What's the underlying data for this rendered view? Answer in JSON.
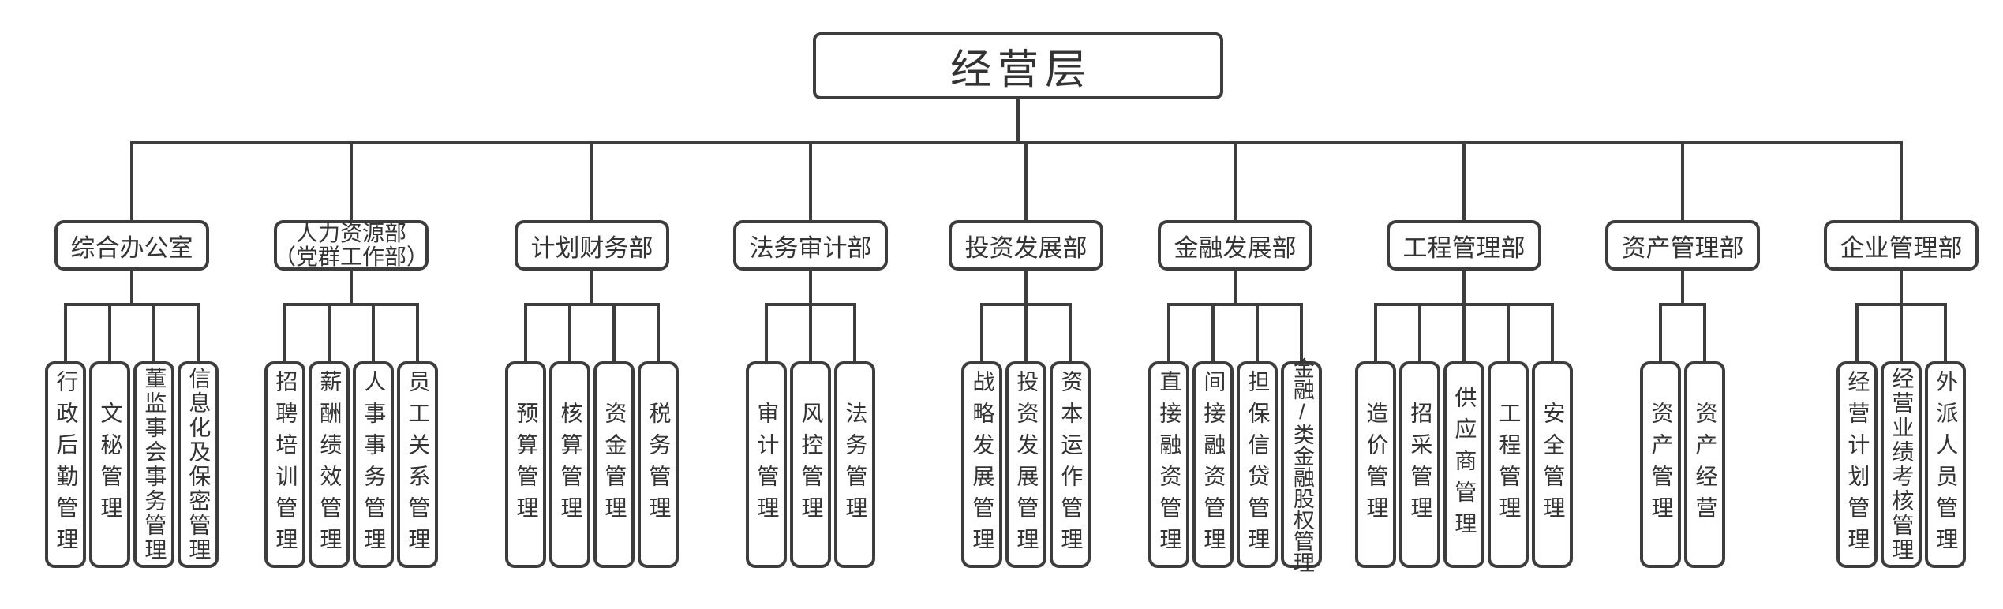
{
  "diagram": {
    "root": {
      "label": "经营层"
    },
    "departments": [
      {
        "label": "综合办公室",
        "children": [
          "行政后勤管理",
          "文秘管理",
          "董监事会事务管理",
          "信息化及保密管理"
        ]
      },
      {
        "label": "人力资源部",
        "label2": "（党群工作部）",
        "children": [
          "招聘培训管理",
          "薪酬绩效管理",
          "人事事务管理",
          "员工关系管理"
        ]
      },
      {
        "label": "计划财务部",
        "children": [
          "预算管理",
          "核算管理",
          "资金管理",
          "税务管理"
        ]
      },
      {
        "label": "法务审计部",
        "children": [
          "审计管理",
          "风控管理",
          "法务管理"
        ]
      },
      {
        "label": "投资发展部",
        "children": [
          "战略发展管理",
          "投资发展管理",
          "资本运作管理"
        ]
      },
      {
        "label": "金融发展部",
        "children": [
          "直接融资管理",
          "间接融资管理",
          "担保信贷管理",
          "金融/类金融股权管理"
        ]
      },
      {
        "label": "工程管理部",
        "children": [
          "造价管理",
          "招采管理",
          "供应商管理",
          "工程管理",
          "安全管理"
        ]
      },
      {
        "label": "资产管理部",
        "children": [
          "资产管理",
          "资产经营"
        ]
      },
      {
        "label": "企业管理部",
        "children": [
          "经营计划管理",
          "经营业绩考核管理",
          "外派人员管理"
        ]
      }
    ],
    "colors": {
      "line": "#3d3d3d",
      "text": "#333333",
      "background": "#ffffff"
    }
  }
}
